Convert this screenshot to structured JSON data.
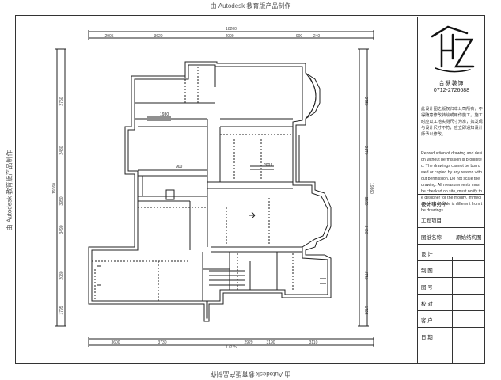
{
  "watermark": "由 Autodesk 教育版产品制作",
  "plan": {
    "overall_top": "18200",
    "top_dims": [
      "2905",
      "3620",
      "4000",
      "900",
      "240"
    ],
    "overall_bottom": "17275",
    "bottom_dims": [
      "3600",
      "3730",
      "2929",
      "3190",
      "3110"
    ],
    "left_dims": [
      "2750",
      "2480",
      "3950",
      "3490",
      "2080",
      "1795"
    ],
    "left_total": "19360",
    "right_dims": [
      "2750",
      "2170",
      "3600",
      "3490",
      "2760",
      "1795"
    ],
    "right_total": "19360",
    "labels": {
      "win_a": "1930",
      "win_b": "900",
      "win_c": "2004"
    }
  },
  "title_block": {
    "company": "合枞装饰",
    "phone": "0712-2726688",
    "notice_cn": "此设计图之版权归本公司所有，不得随意修改转绘或用作施工。施工时应以工地实测尺寸为准，如发现与设计尺寸不符，应立即通知设计师予以修改。",
    "notice_en": "Reproduction of drawing and design without permission is prohibited. The drawings cannot be borrowed or copied by any reason without permission. Do not scale the drawing. All measurements must be checked on site, must notify the designer for the modify, immediately if the scale is different from the drawings.",
    "rows": [
      {
        "label": "设计事务所",
        "value": ""
      },
      {
        "label": "工程项目",
        "value": ""
      },
      {
        "label": "图纸名称",
        "value": "原始结构图"
      },
      {
        "label": "设  计",
        "value": ""
      },
      {
        "label": "制  图",
        "value": ""
      },
      {
        "label": "图  号",
        "value": ""
      },
      {
        "label": "校  对",
        "value": ""
      },
      {
        "label": "客  户",
        "value": ""
      },
      {
        "label": "日  期",
        "value": ""
      }
    ]
  }
}
